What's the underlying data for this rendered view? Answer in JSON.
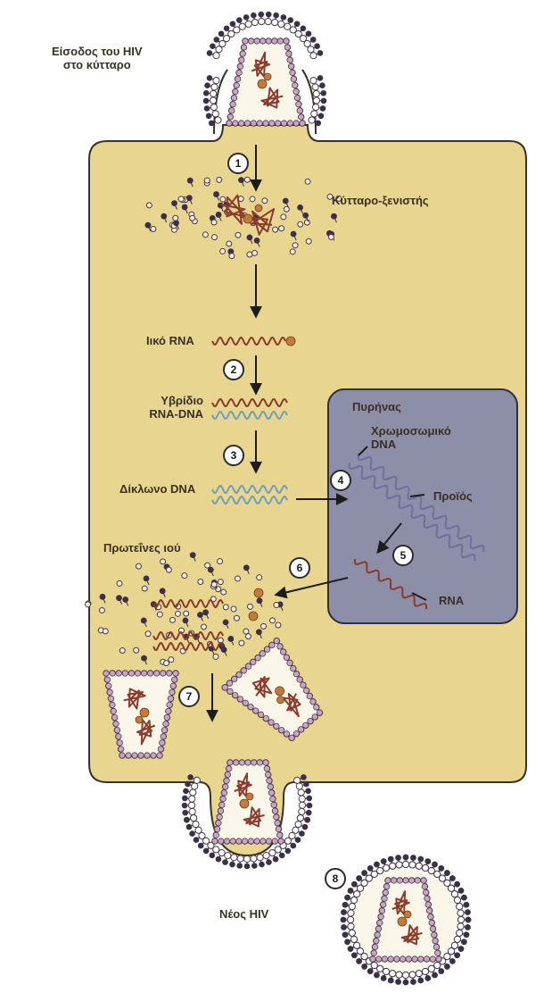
{
  "labels": {
    "hiv_entry": "Είσοδος του HIV\nστο κύτταρο",
    "host_cell": "Κύτταρο-ξενιστής",
    "viral_rna": "Ιικό RNA",
    "hybrid": "Υβρίδιο\nRNA-DNA",
    "double_dna": "Δίκλωνο DNA",
    "nucleus": "Πυρήνας",
    "chromosomal_dna": "Χρωμοσωμικό\nDNA",
    "provirus": "Προϊός",
    "rna": "RNA",
    "viral_proteins": "Πρωτεΐνες ιού",
    "new_hiv": "Νέος HIV"
  },
  "steps": [
    "1",
    "2",
    "3",
    "4",
    "5",
    "6",
    "7",
    "8"
  ],
  "colors": {
    "cell": "#e8d58f",
    "cell_border": "#3a3226",
    "nucleus": "#8d8fa8",
    "rna_strand": "#8a3b2a",
    "dna_strand": "#6fa0b8",
    "chromosome": "#6d6fa0",
    "capsid_bead": "#c9a6c2",
    "spike_head": "#3c2f4a",
    "core_dot": "#c47a3a",
    "arrow": "#1c1c1c"
  }
}
